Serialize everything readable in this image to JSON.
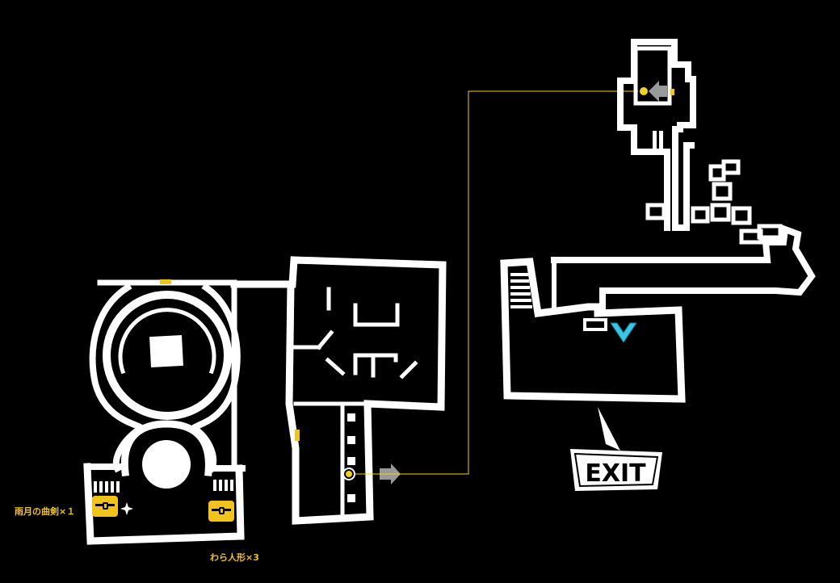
{
  "map": {
    "background_color": "#000000",
    "wall_color": "#ffffff",
    "door_color": "#f2c31a",
    "route_line_color": "#f2d21a",
    "arrow_color": "#9a9a9a",
    "save_point_color": "#35c8e8"
  },
  "items": [
    {
      "name": "雨月の曲剣×１",
      "icon": "treasure-chest-icon",
      "extra_icon": "sparkle-icon"
    },
    {
      "name": "わら人形×3",
      "icon": "treasure-chest-icon"
    }
  ],
  "exit": {
    "label": "EXIT",
    "icon": "exit-speech-bubble"
  },
  "markers": {
    "save_point": "v-shaped-save-point-icon",
    "transfer_arrows": [
      "right-arrow-icon",
      "left-arrow-icon"
    ]
  }
}
